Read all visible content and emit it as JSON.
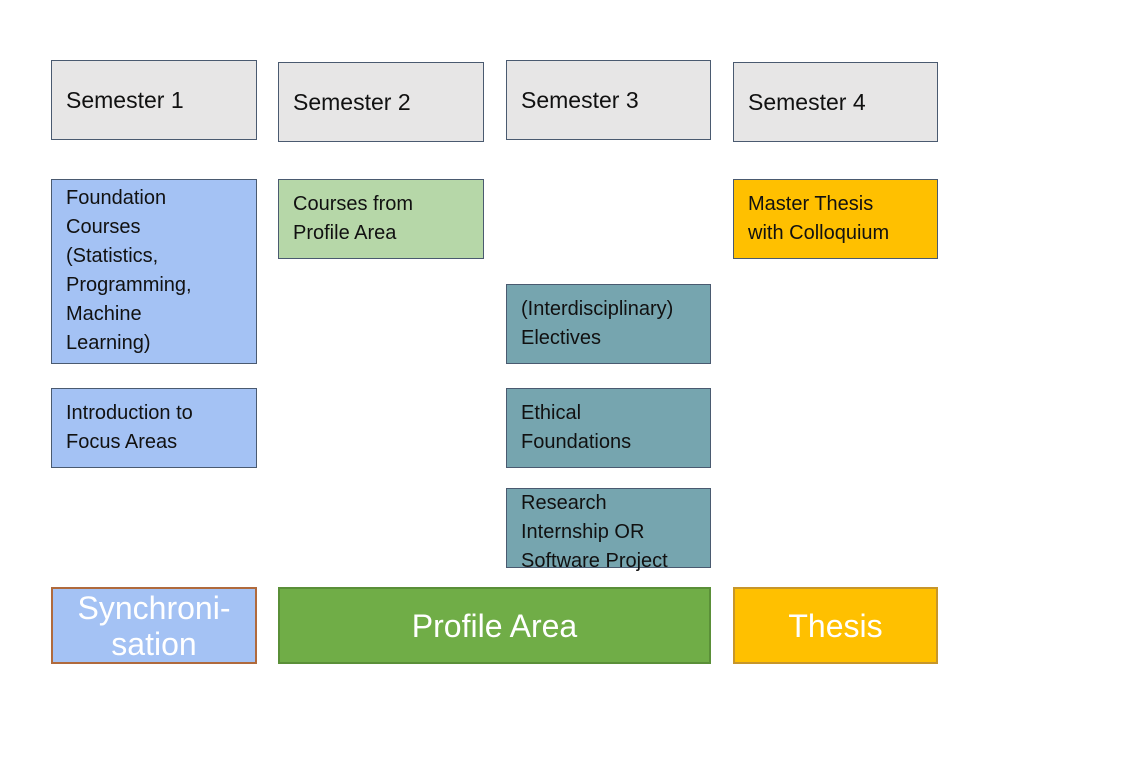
{
  "semesters": [
    "Semester 1",
    "Semester 2",
    "Semester 3",
    "Semester 4"
  ],
  "modules": {
    "foundation": "Foundation\nCourses\n(Statistics,\nProgramming,\nMachine\nLearning)",
    "intro": "Introduction to\nFocus Areas",
    "profile_courses": "Courses from\nProfile Area",
    "electives": "(Interdisciplinary)\nElectives",
    "ethical": "Ethical\nFoundations",
    "research": "Research\nInternship OR\nSoftware Project",
    "thesis_module": "Master Thesis\nwith Colloquium"
  },
  "bands": {
    "sync": "Synchroni-\nsation",
    "profile": "Profile Area",
    "thesis": "Thesis"
  },
  "colors": {
    "semester": "#e7e6e6",
    "foundation_blue": "#a4c2f4",
    "profile_green_light": "#b6d7a8",
    "profile_green": "#70ad47",
    "elective_teal": "#76a5af",
    "thesis_gold": "#ffc000"
  }
}
